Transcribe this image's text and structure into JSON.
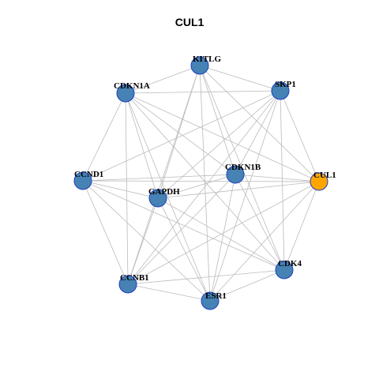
{
  "title": "CUL1",
  "colors": {
    "node_fill": "#4682B4",
    "node_stroke": "#1F3FC0",
    "highlight_fill": "#FFA500",
    "highlight_stroke": "#1F3FC0",
    "edge": "#BBBBBB"
  },
  "nodes": [
    {
      "id": "KITLG",
      "label": "KITLG",
      "highlight": false
    },
    {
      "id": "SKP1",
      "label": "SKP1",
      "highlight": false
    },
    {
      "id": "CDKN1A",
      "label": "CDKN1A",
      "highlight": false
    },
    {
      "id": "CCND1",
      "label": "CCND1",
      "highlight": false
    },
    {
      "id": "CDKN1B",
      "label": "CDKN1B",
      "highlight": false
    },
    {
      "id": "CUL1",
      "label": "CUL1",
      "highlight": true
    },
    {
      "id": "GAPDH",
      "label": "GAPDH",
      "highlight": false
    },
    {
      "id": "CDK4",
      "label": "CDK4",
      "highlight": false
    },
    {
      "id": "CCNB1",
      "label": "CCNB1",
      "highlight": false
    },
    {
      "id": "ESR1",
      "label": "ESR1",
      "highlight": false
    }
  ],
  "edges": [
    [
      "KITLG",
      "SKP1"
    ],
    [
      "KITLG",
      "CDKN1A"
    ],
    [
      "KITLG",
      "CUL1"
    ],
    [
      "KITLG",
      "CDKN1B"
    ],
    [
      "KITLG",
      "GAPDH"
    ],
    [
      "KITLG",
      "CCNB1"
    ],
    [
      "KITLG",
      "ESR1"
    ],
    [
      "KITLG",
      "CDK4"
    ],
    [
      "SKP1",
      "CDKN1A"
    ],
    [
      "SKP1",
      "CUL1"
    ],
    [
      "SKP1",
      "CDKN1B"
    ],
    [
      "SKP1",
      "GAPDH"
    ],
    [
      "SKP1",
      "CCNB1"
    ],
    [
      "SKP1",
      "ESR1"
    ],
    [
      "SKP1",
      "CDK4"
    ],
    [
      "SKP1",
      "CCND1"
    ],
    [
      "CDKN1A",
      "CCND1"
    ],
    [
      "CDKN1A",
      "GAPDH"
    ],
    [
      "CDKN1A",
      "CCNB1"
    ],
    [
      "CDKN1A",
      "ESR1"
    ],
    [
      "CDKN1A",
      "CDK4"
    ],
    [
      "CDKN1A",
      "CUL1"
    ],
    [
      "CDKN1A",
      "CDKN1B"
    ],
    [
      "CCND1",
      "CUL1"
    ],
    [
      "CCND1",
      "CDKN1B"
    ],
    [
      "CCND1",
      "GAPDH"
    ],
    [
      "CCND1",
      "CCNB1"
    ],
    [
      "CCND1",
      "ESR1"
    ],
    [
      "CCND1",
      "CDK4"
    ],
    [
      "CDKN1B",
      "CUL1"
    ],
    [
      "CDKN1B",
      "GAPDH"
    ],
    [
      "CDKN1B",
      "CCNB1"
    ],
    [
      "CDKN1B",
      "ESR1"
    ],
    [
      "CDKN1B",
      "CDK4"
    ],
    [
      "CUL1",
      "GAPDH"
    ],
    [
      "CUL1",
      "CDK4"
    ],
    [
      "CUL1",
      "ESR1"
    ],
    [
      "CUL1",
      "CCNB1"
    ],
    [
      "GAPDH",
      "CDK4"
    ],
    [
      "GAPDH",
      "ESR1"
    ],
    [
      "GAPDH",
      "CCNB1"
    ],
    [
      "CDK4",
      "CCNB1"
    ],
    [
      "CDK4",
      "ESR1"
    ],
    [
      "CCNB1",
      "ESR1"
    ]
  ]
}
